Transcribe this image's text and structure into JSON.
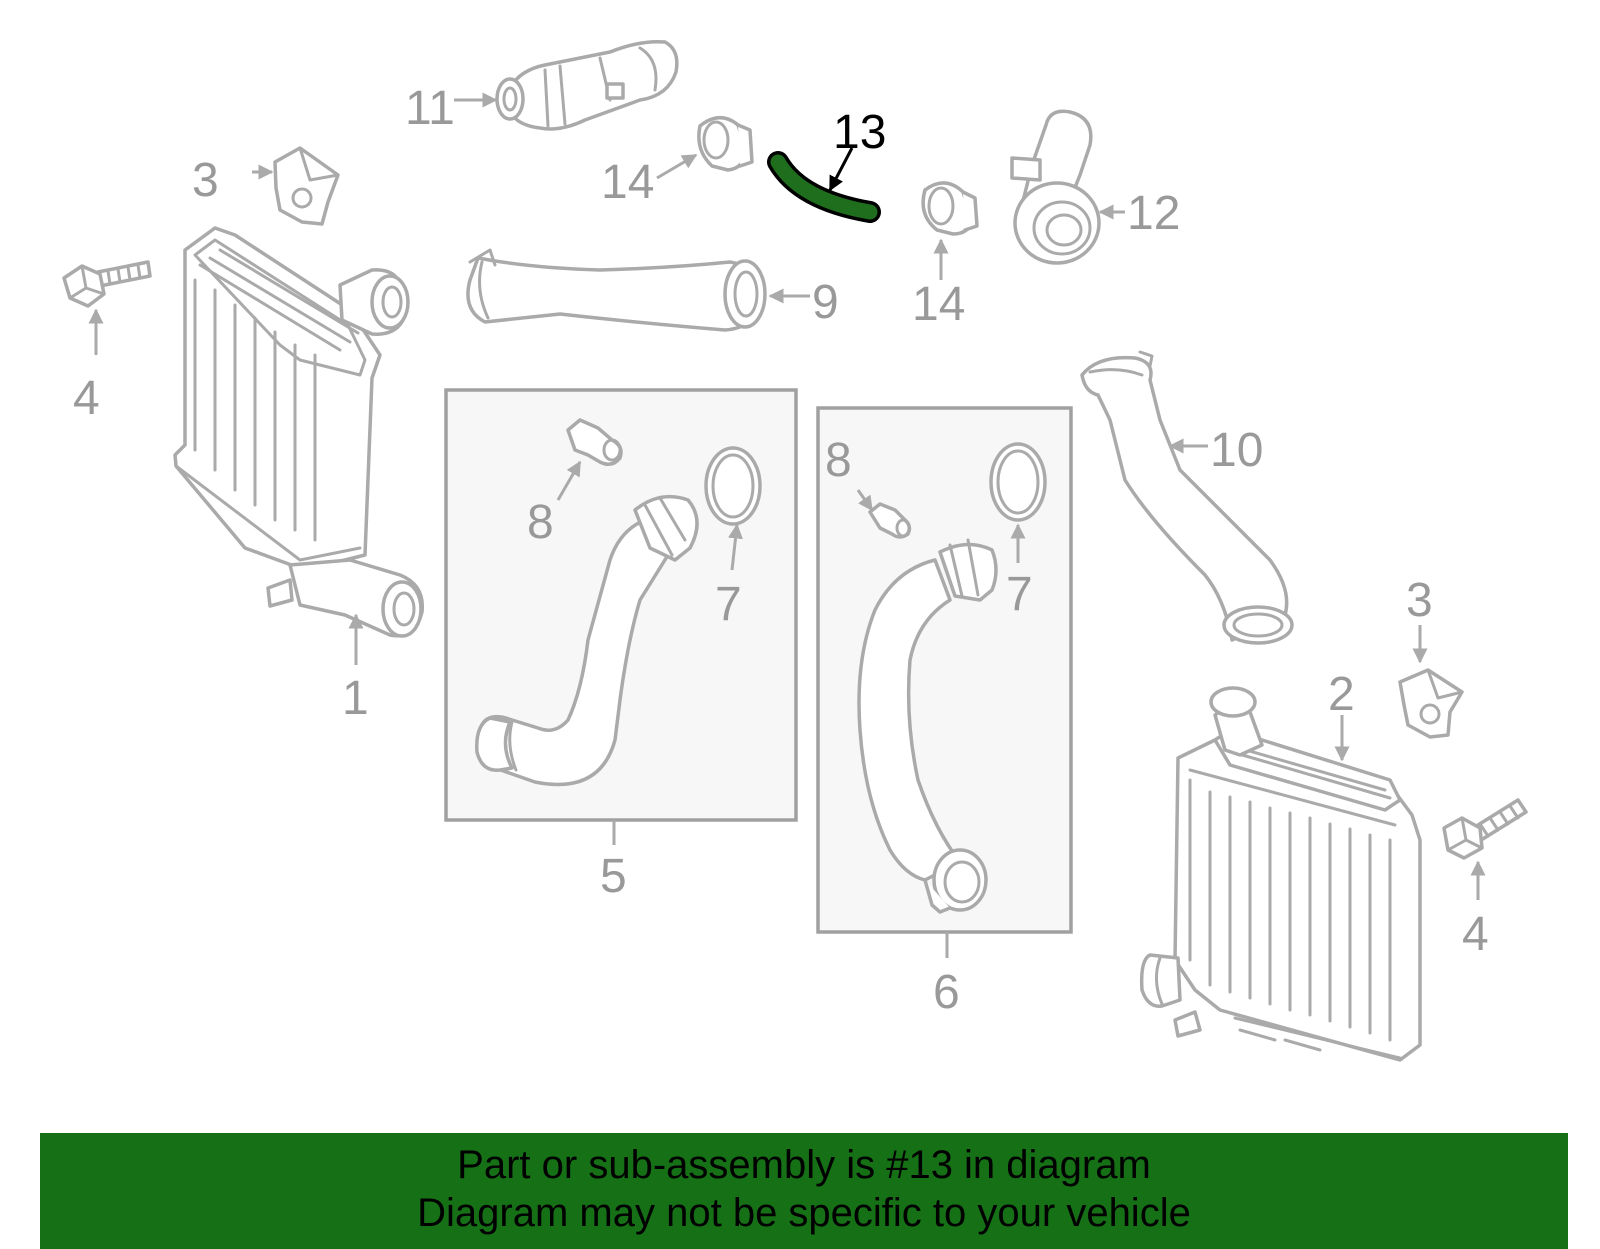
{
  "diagram": {
    "callouts": [
      "1",
      "2",
      "3",
      "3",
      "4",
      "4",
      "5",
      "6",
      "7",
      "7",
      "8",
      "8",
      "9",
      "10",
      "11",
      "12",
      "13",
      "14",
      "14"
    ],
    "highlighted_part": "13",
    "highlight_color": "#1e6e1e",
    "outline_color": "#aaaaaa"
  },
  "banner": {
    "line1": "Part or sub-assembly is #13 in diagram",
    "line2": "Diagram may not be specific to your vehicle",
    "background": "#157016"
  }
}
